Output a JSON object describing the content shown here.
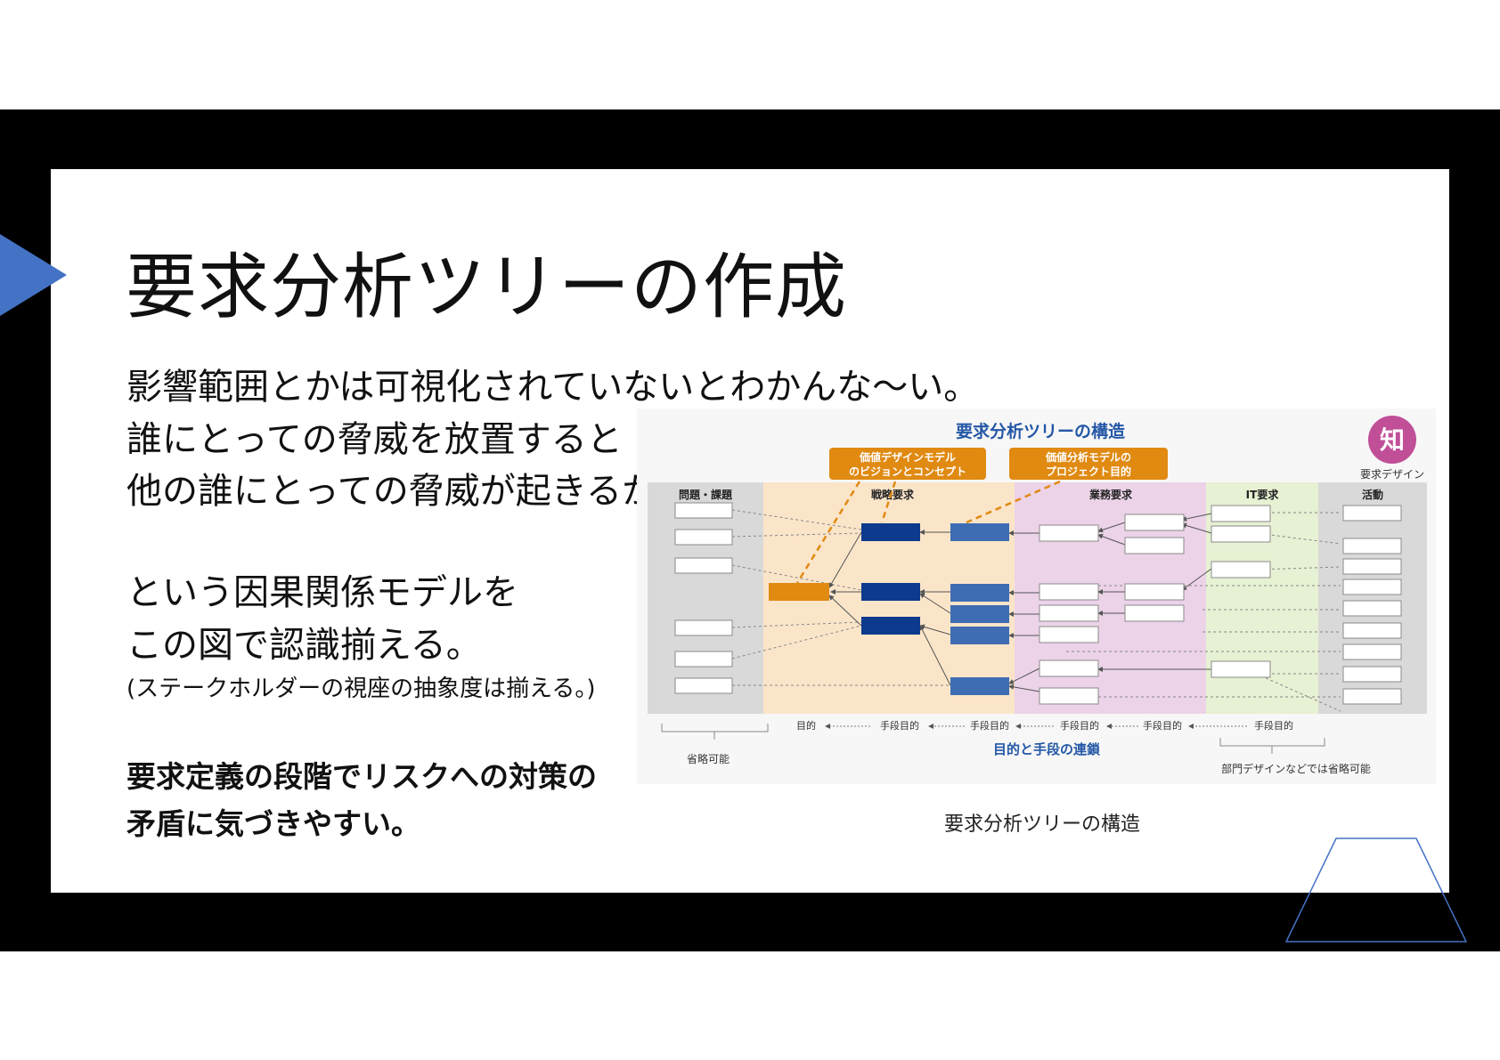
{
  "slide": {
    "title": "要求分析ツリーの作成",
    "lines": [
      "影響範囲とかは可視化されていないとわかんな〜い。",
      "誰にとっての脅威を放置すると",
      "他の誰にとっての脅威が起きるか",
      "という因果関係モデルを",
      "この図で認識揃える。"
    ],
    "note": "(ステークホルダーの視座の抽象度は揃える。)",
    "emphasis": [
      "要求定義の段階でリスクへの対策の",
      "矛盾に気づきやすい。"
    ]
  },
  "figure": {
    "title": "要求分析ツリーの構造",
    "badge": "知",
    "badge_label": "要求デザイン",
    "callouts": [
      [
        "価値デザインモデル",
        "のビジョンとコンセプト"
      ],
      [
        "価値分析モデルの",
        "プロジェクト目的"
      ]
    ],
    "columns": [
      "問題・課題",
      "戦略要求",
      "業務要求",
      "IT要求",
      "活動"
    ],
    "chain": [
      "目的",
      "手段目的",
      "手段目的",
      "手段目的",
      "手段目的",
      "手段目的"
    ],
    "chain_title": "目的と手段の連鎖",
    "omit_left": "省略可能",
    "omit_right": "部門デザインなどでは省略可能",
    "caption": "要求分析ツリーの構造",
    "colors": {
      "gray_band": "#d9d9d9",
      "strategy_band": "#fbe5c9",
      "business_band": "#ecd3e8",
      "it_band": "#e7f1d3",
      "orange": "#e08a12",
      "navy": "#0d3a8c",
      "blue": "#3f6db3",
      "title_blue": "#2457a6",
      "badge": "#c04f98",
      "marker": "#4472c4"
    }
  }
}
